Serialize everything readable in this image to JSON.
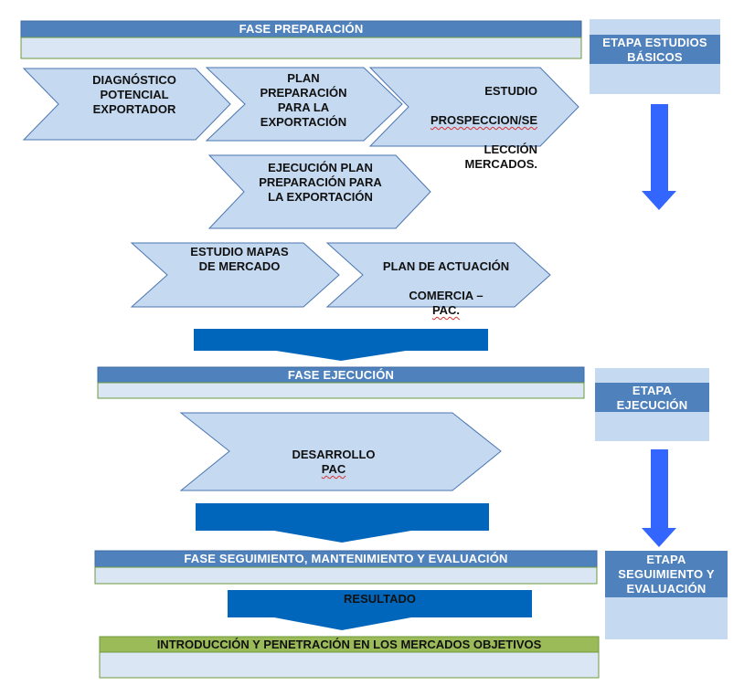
{
  "colors": {
    "header_blue": "#4f81bd",
    "header_border": "#3d6aa1",
    "light_fill": "#c5d9f0",
    "pale_fill": "#dbe6f4",
    "chevron_border": "#4a76b0",
    "dark_arrow": "#0066bb",
    "side_arrow": "#3366ff",
    "green_header": "#9bbb59",
    "green_border": "#6d9a3d"
  },
  "phases": {
    "preparacion": "FASE PREPARACIÓN",
    "ejecucion": "FASE EJECUCIÓN",
    "seguimiento": "FASE SEGUIMIENTO, MANTENIMIENTO Y EVALUACIÓN"
  },
  "steps": {
    "diagnostico": "DIAGNÓSTICO\nPOTENCIAL\nEXPORTADOR",
    "plan_preparacion": "PLAN\nPREPARACIÓN\nPARA LA\nEXPORTACIÓN",
    "estudio_prospeccion_a": "ESTUDIO",
    "estudio_prospeccion_b": "PROSPECCION/SE",
    "estudio_prospeccion_c": "LECCIÓN\nMERCADOS.",
    "ejecucion_plan": "EJECUCIÓN PLAN\nPREPARACIÓN PARA\nLA EXPORTACIÓN",
    "estudio_mapas": "ESTUDIO    MAPAS\nDE MERCADO",
    "plan_actuacion_a": "PLAN DE ACTUACIÓN",
    "plan_actuacion_b": "COMERCIA  –",
    "plan_actuacion_c": "PAC.",
    "desarrollo_a": "DESARROLLO",
    "desarrollo_b": "PAC",
    "resultado": "RESULTADO",
    "introduccion": "INTRODUCCIÓN Y PENETRACIÓN EN LOS MERCADOS OBJETIVOS"
  },
  "stages": {
    "estudios": "ETAPA ESTUDIOS\nBÁSICOS",
    "ejecucion": "ETAPA\nEJECUCIÓN",
    "seguimiento": "ETAPA\nSEGUIMIENTO Y\nEVALUACIÓN"
  }
}
